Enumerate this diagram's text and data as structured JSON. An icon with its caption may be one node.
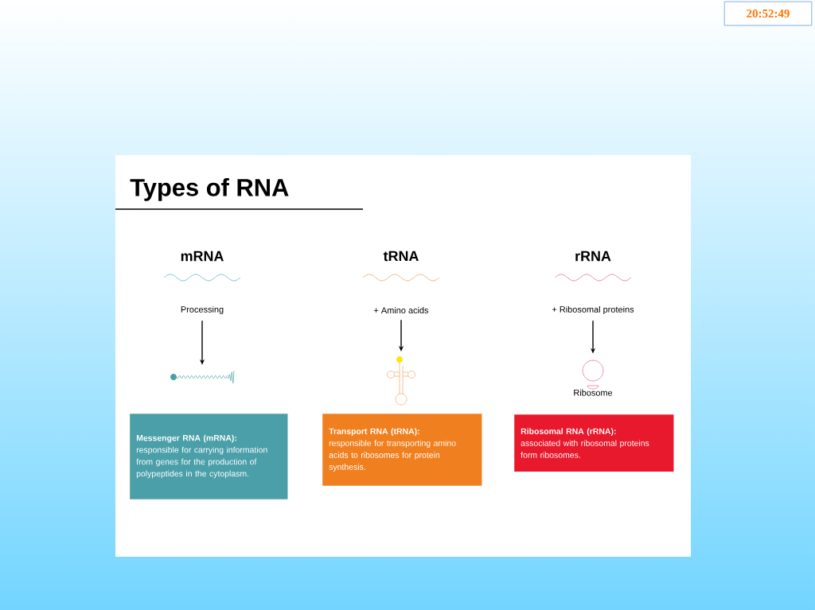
{
  "diagram": {
    "title": "Types of RNA",
    "nodes": [
      {
        "text": [
          "20:52:49"
        ]
      },
      {
        "text": [
          "Processing"
        ]
      },
      {
        "text": [],
        "shape": "picture"
      },
      {
        "text": [
          "+ Amino acids"
        ]
      },
      {
        "text": [],
        "shape": "picture"
      },
      {
        "text": [
          "+ Ribosomal proteins"
        ]
      },
      {
        "text": [],
        "shape": "circle",
        "beside": [
          "Ribosome"
        ]
      },
      {
        "text": [
          "Messenger RNA (mRNA):",
          "responsible for carrying information from genes for the production of polypeptides in the cytoplasm."
        ]
      },
      {
        "text": [
          "Transport RNA (tRNA):",
          "responsible for transporting amino acids to ribosomes for protein synthesis."
        ]
      },
      {
        "text": [
          "Ribosomal RNA (rRNA):",
          "associated with ribosomal proteins form ribosomes."
        ]
      }
    ],
    "edges": [
      {
        "from": 1,
        "to": 2,
        "arrow": "to"
      },
      {
        "from": 3,
        "to": 4,
        "arrow": "to"
      },
      {
        "from": 5,
        "to": 6,
        "arrow": "to"
      }
    ],
    "labels": [
      "mRNA",
      "tRNA",
      "rRNA"
    ]
  }
}
